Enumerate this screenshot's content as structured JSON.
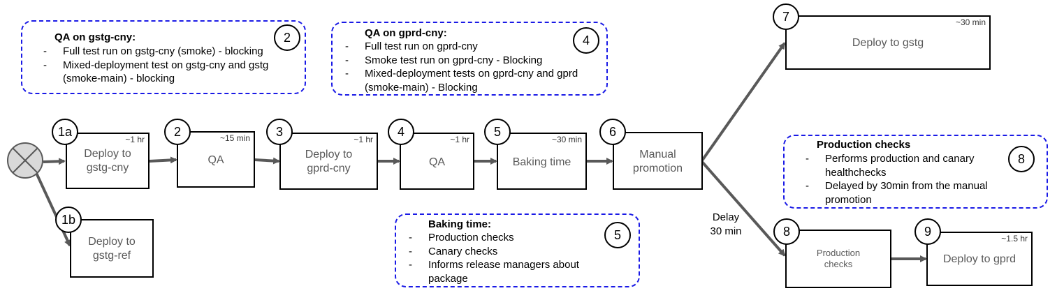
{
  "notes": {
    "qa_gstg": {
      "number": "2",
      "title": "QA on gstg-cny:",
      "items": [
        "Full test run on gstg-cny (smoke) - blocking",
        "Mixed-deployment test on gstg-cny and gstg (smoke-main) - blocking"
      ]
    },
    "qa_gprd": {
      "number": "4",
      "title": "QA on gprd-cny:",
      "items": [
        "Full test run on gprd-cny",
        "Smoke test run on gprd-cny - Blocking",
        "Mixed-deployment tests on gprd-cny and gprd (smoke-main) - Blocking"
      ]
    },
    "baking": {
      "number": "5",
      "title": "Baking time:",
      "items": [
        "Production checks",
        "Canary checks",
        "Informs release managers about package"
      ]
    },
    "production": {
      "number": "8",
      "title": "Production checks",
      "items": [
        "Performs production and canary healthchecks",
        "Delayed by 30min from the manual promotion"
      ]
    },
    "dash": "-"
  },
  "steps": {
    "s1a": {
      "number": "1a",
      "label_lines": [
        "Deploy to",
        "gstg-cny"
      ],
      "duration": "~1 hr"
    },
    "s1b": {
      "number": "1b",
      "label_lines": [
        "Deploy to",
        "gstg-ref"
      ],
      "duration": ""
    },
    "s2": {
      "number": "2",
      "label_lines": [
        "QA"
      ],
      "duration": "~15 min"
    },
    "s3": {
      "number": "3",
      "label_lines": [
        "Deploy to",
        "gprd-cny"
      ],
      "duration": "~1 hr"
    },
    "s4": {
      "number": "4",
      "label_lines": [
        "QA"
      ],
      "duration": "~1 hr"
    },
    "s5": {
      "number": "5",
      "label_lines": [
        "Baking time"
      ],
      "duration": "~30 min"
    },
    "s6": {
      "number": "6",
      "label_lines": [
        "Manual",
        "promotion"
      ],
      "duration": ""
    },
    "s7": {
      "number": "7",
      "label_lines": [
        "Deploy to gstg"
      ],
      "duration": "~30 min"
    },
    "s8": {
      "number": "8",
      "label_lines": [
        "Production",
        "checks"
      ],
      "duration": ""
    },
    "s9": {
      "number": "9",
      "label_lines": [
        "Deploy to gprd"
      ],
      "duration": "~1.5 hr"
    }
  },
  "delay_label": [
    "Delay",
    "30 min"
  ],
  "colors": {
    "note_border": "#1a1ae6",
    "arrow": "#595959",
    "label_text": "#595959",
    "start_fill": "#d9d9d9"
  }
}
